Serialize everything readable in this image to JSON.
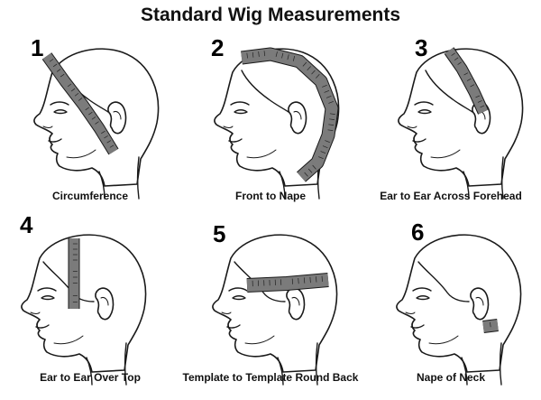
{
  "title": "Standard Wig Measurements",
  "tape_color": "#7b7b7b",
  "panels": [
    {
      "number": "1",
      "caption": "Circumference",
      "tape": "circumference"
    },
    {
      "number": "2",
      "caption": "Front to Nape",
      "tape": "front-to-nape"
    },
    {
      "number": "3",
      "caption": "Ear to Ear Across Forehead",
      "tape": "ear-to-ear-forehead"
    },
    {
      "number": "4",
      "caption": "Ear to Ear Over Top",
      "tape": "ear-to-ear-over-top"
    },
    {
      "number": "5",
      "caption": "Template to Template Round Back",
      "tape": "template-to-template"
    },
    {
      "number": "6",
      "caption": "Nape of Neck",
      "tape": "nape-of-neck"
    }
  ]
}
